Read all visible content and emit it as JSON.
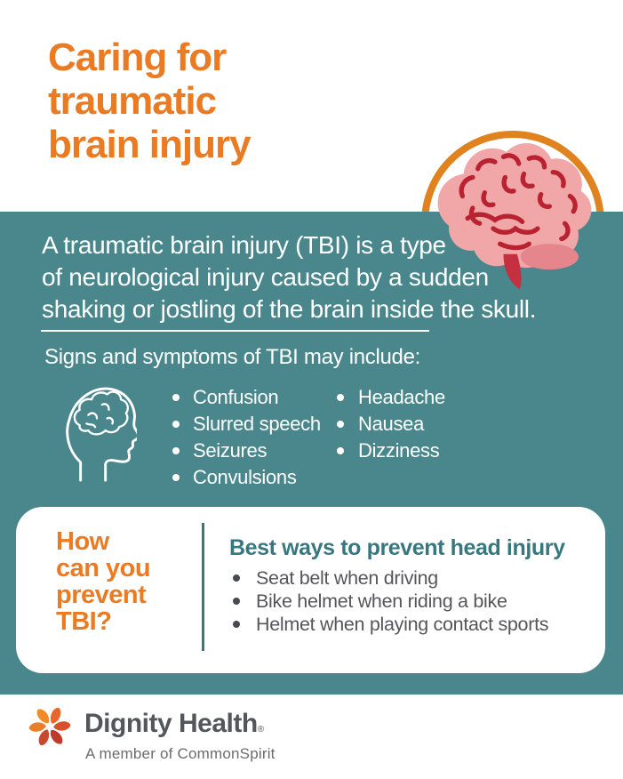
{
  "header": {
    "title": "Caring for\ntraumatic\nbrain injury"
  },
  "intro": {
    "text": "A traumatic brain injury (TBI) is a type\nof neurological injury caused by a sudden\nshaking or jostling of the brain inside the skull."
  },
  "symptoms": {
    "heading": "Signs and symptoms of TBI may include:",
    "column1": [
      "Confusion",
      "Slurred speech",
      "Seizures",
      "Convulsions"
    ],
    "column2": [
      "Headache",
      "Nausea",
      "Dizziness"
    ]
  },
  "prevention": {
    "question": "How\ncan you\nprevent\nTBI?",
    "heading": "Best ways to prevent head injury",
    "items": [
      "Seat belt when driving",
      "Bike helmet when riding a bike",
      "Helmet when playing contact sports"
    ]
  },
  "footer": {
    "brand": "Dignity Health",
    "registered_mark": "®",
    "tagline": "A member of CommonSpirit"
  },
  "icons": {
    "brain_badge": "brain-illustration-in-orange-ring",
    "head_profile": "head-profile-with-brain-outline-icon",
    "logo": "dignity-health-flower-icon"
  },
  "colors": {
    "teal_background": "#4A878C",
    "accent_orange": "#EB7B23",
    "ring_orange": "#E0831F",
    "card_heading_teal": "#37787F",
    "body_text_dark": "#54565A",
    "brain_pink": "#F1A7A7",
    "brain_line_red": "#B92231",
    "white": "#FFFFFF"
  }
}
